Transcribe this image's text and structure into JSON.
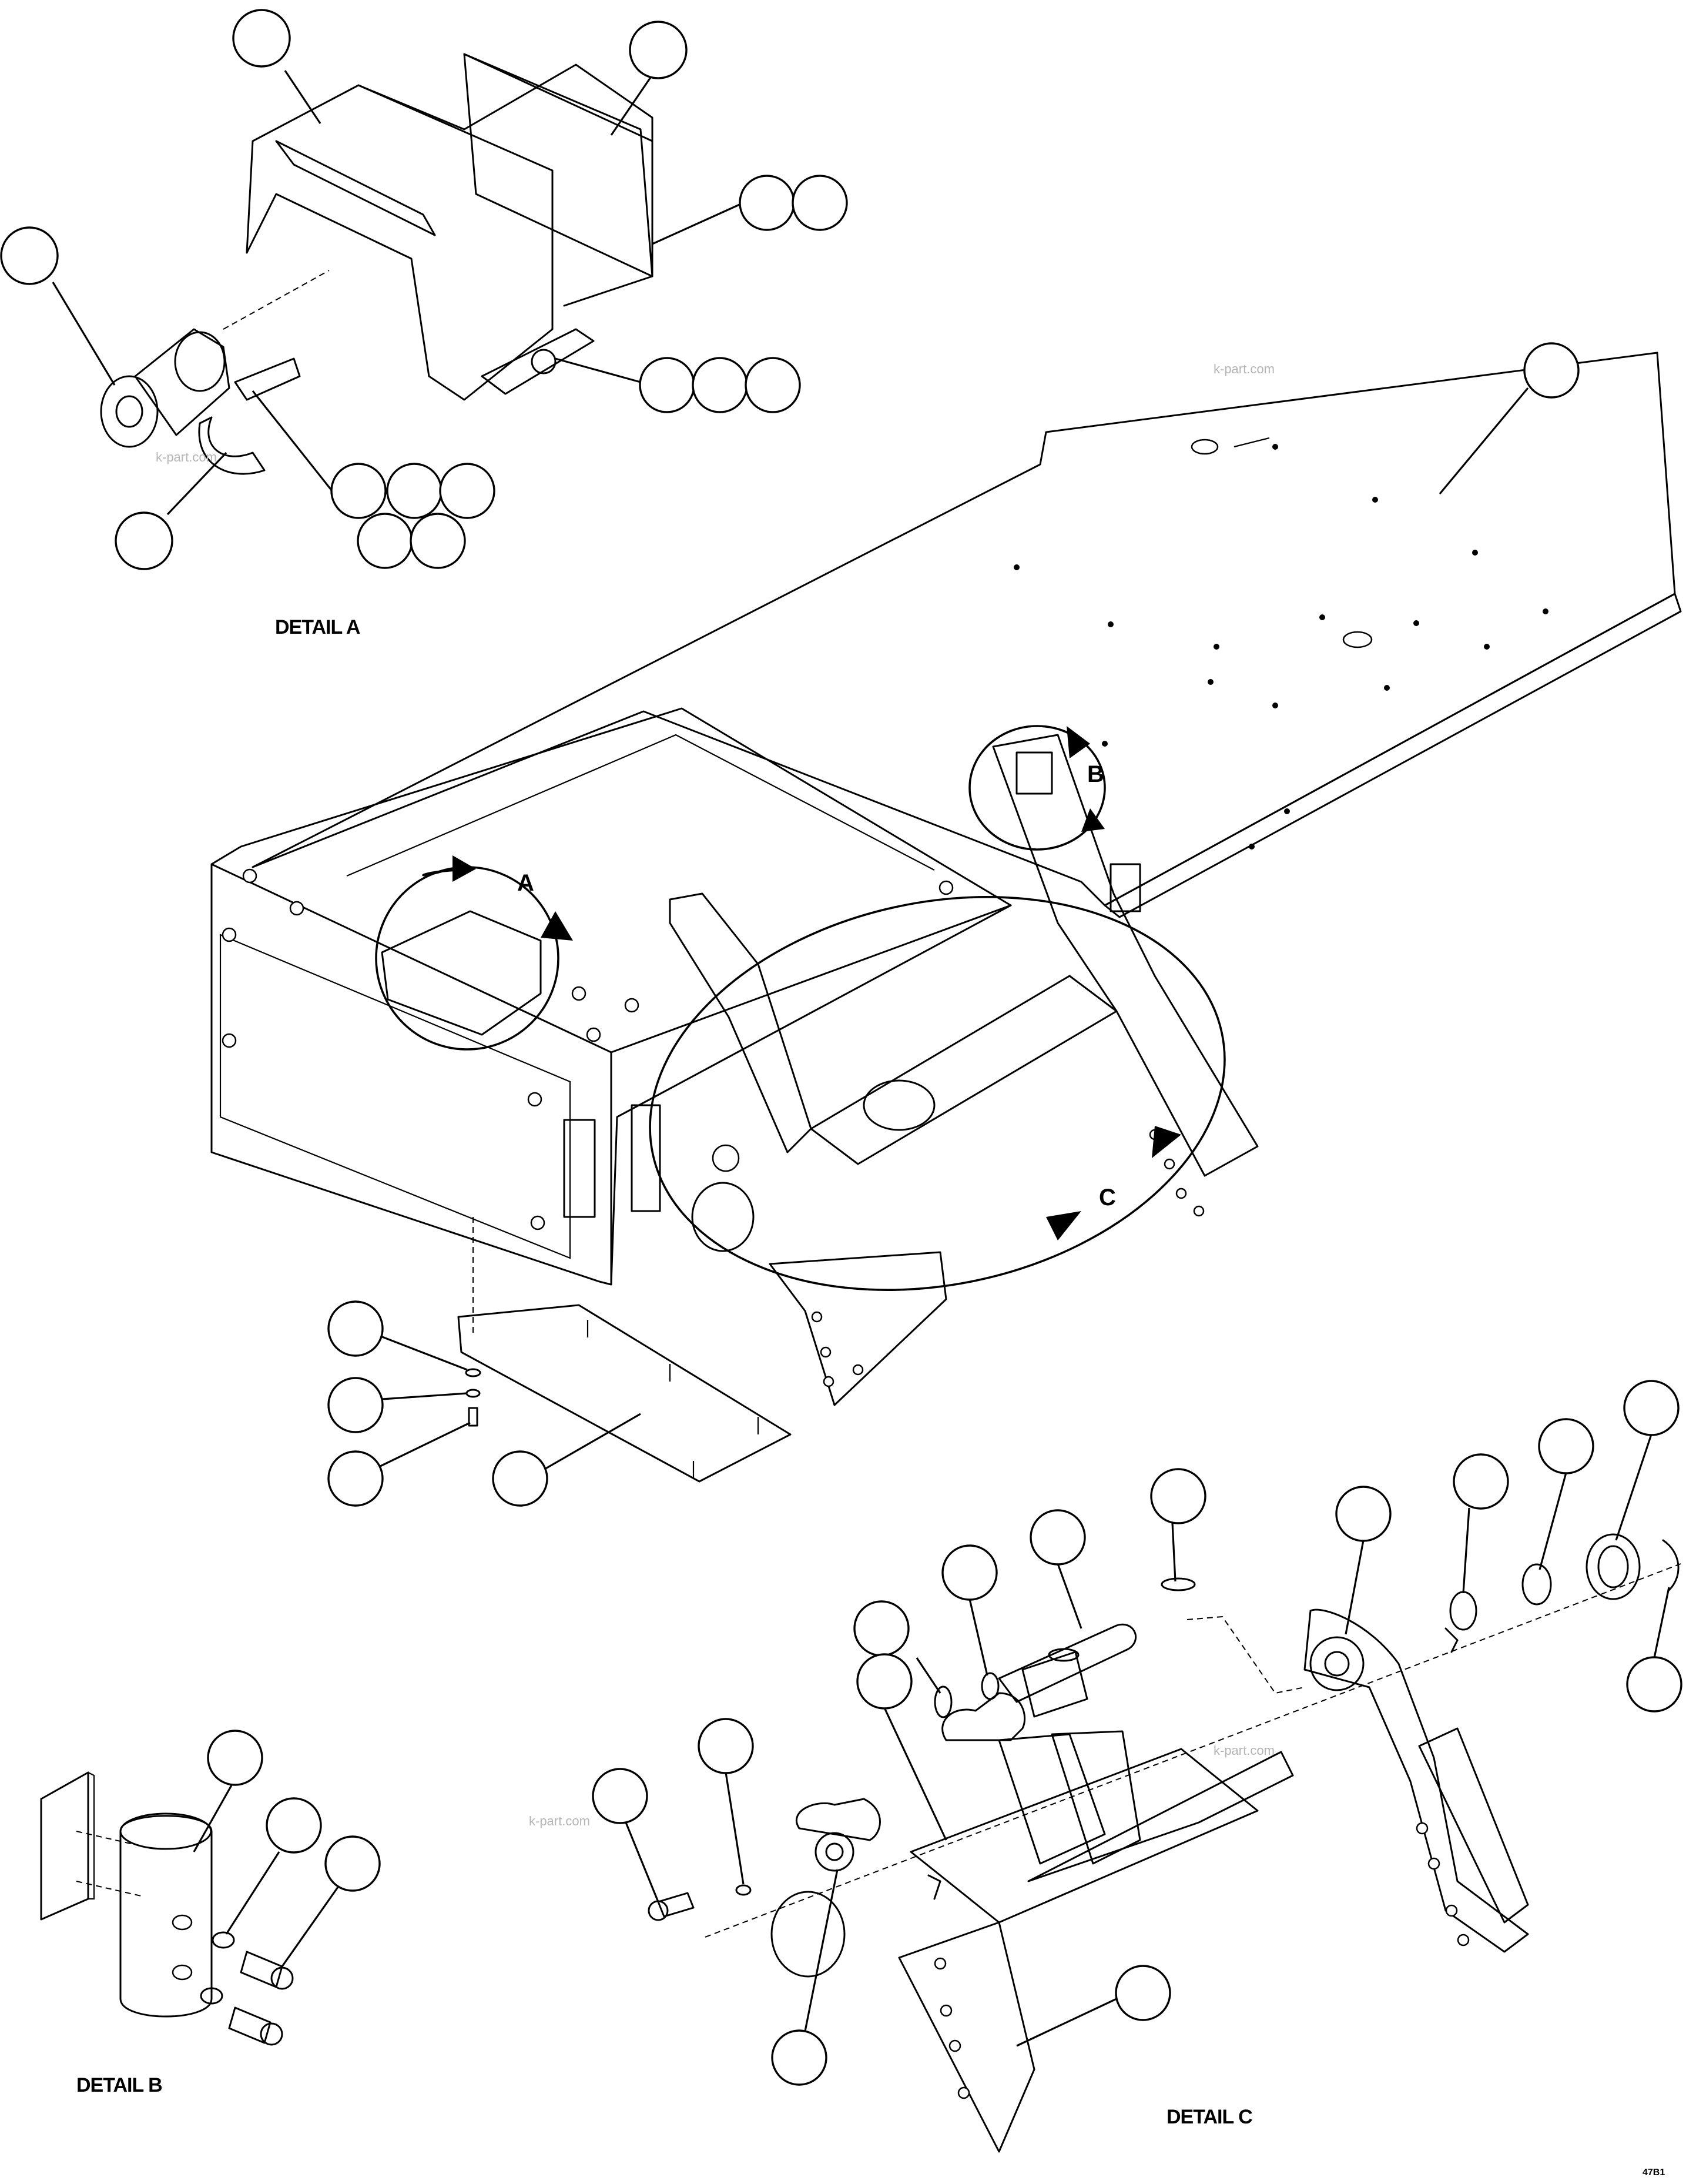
{
  "drawing": {
    "detail_labels": {
      "a": "DETAIL A",
      "b": "DETAIL B",
      "c": "DETAIL C"
    },
    "view_letters": {
      "a": "A",
      "b": "B",
      "c": "C"
    },
    "watermark": "k-part.com",
    "drawing_code": "47B1",
    "colors": {
      "line": "#000000",
      "background": "#ffffff",
      "watermark": "#b5b5b5"
    },
    "callout_balloon_count": 36
  }
}
